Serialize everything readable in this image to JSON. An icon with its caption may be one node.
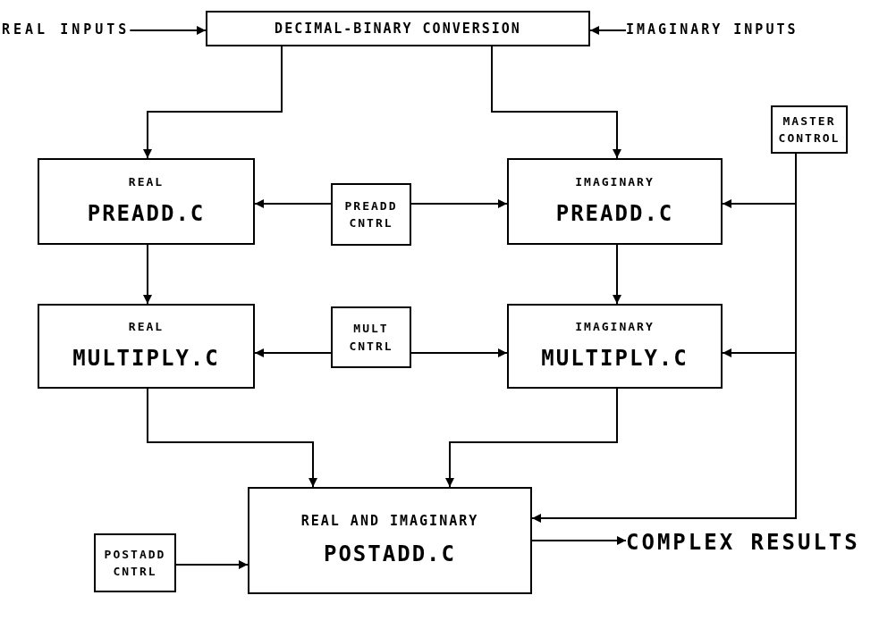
{
  "diagram": {
    "nodes": [
      {
        "text": [
          "REAL INPUTS"
        ]
      },
      {
        "text": [
          "DECIMAL-BINARY CONVERSION"
        ]
      },
      {
        "text": [
          "IMAGINARY INPUTS"
        ]
      },
      {
        "text": [
          "MASTER CONTROL"
        ]
      },
      {
        "text": [
          "REAL",
          "PREADD.C"
        ]
      },
      {
        "text": [
          "PREADD CNTRL"
        ]
      },
      {
        "text": [
          "IMAGINARY",
          "PREADD.C"
        ]
      },
      {
        "text": [
          "REAL",
          "MULTIPLY.C"
        ]
      },
      {
        "text": [
          "MULT CNTRL"
        ]
      },
      {
        "text": [
          "IMAGINARY",
          "MULTIPLY.C"
        ]
      },
      {
        "text": [
          "POSTADD CNTRL"
        ]
      },
      {
        "text": [
          "REAL AND IMAGINARY",
          "POSTADD.C"
        ]
      },
      {
        "text": [
          "COMPLEX RESULTS"
        ]
      }
    ],
    "edges": [
      {
        "from": 0,
        "to": 1,
        "arrow": "to"
      },
      {
        "from": 2,
        "to": 1,
        "arrow": "to"
      },
      {
        "from": 1,
        "to": 4,
        "arrow": "to"
      },
      {
        "from": 1,
        "to": 6,
        "arrow": "to"
      },
      {
        "from": 5,
        "to": 4,
        "arrow": "to"
      },
      {
        "from": 5,
        "to": 6,
        "arrow": "to"
      },
      {
        "from": 3,
        "to": 6,
        "arrow": "to"
      },
      {
        "from": 3,
        "to": 9,
        "arrow": "to"
      },
      {
        "from": 3,
        "to": 11,
        "arrow": "to"
      },
      {
        "from": 4,
        "to": 7,
        "arrow": "to"
      },
      {
        "from": 6,
        "to": 9,
        "arrow": "to"
      },
      {
        "from": 8,
        "to": 7,
        "arrow": "to"
      },
      {
        "from": 8,
        "to": 9,
        "arrow": "to"
      },
      {
        "from": 7,
        "to": 11,
        "arrow": "to"
      },
      {
        "from": 9,
        "to": 11,
        "arrow": "to"
      },
      {
        "from": 10,
        "to": 11,
        "arrow": "to"
      },
      {
        "from": 11,
        "to": 12,
        "arrow": "to"
      }
    ]
  }
}
